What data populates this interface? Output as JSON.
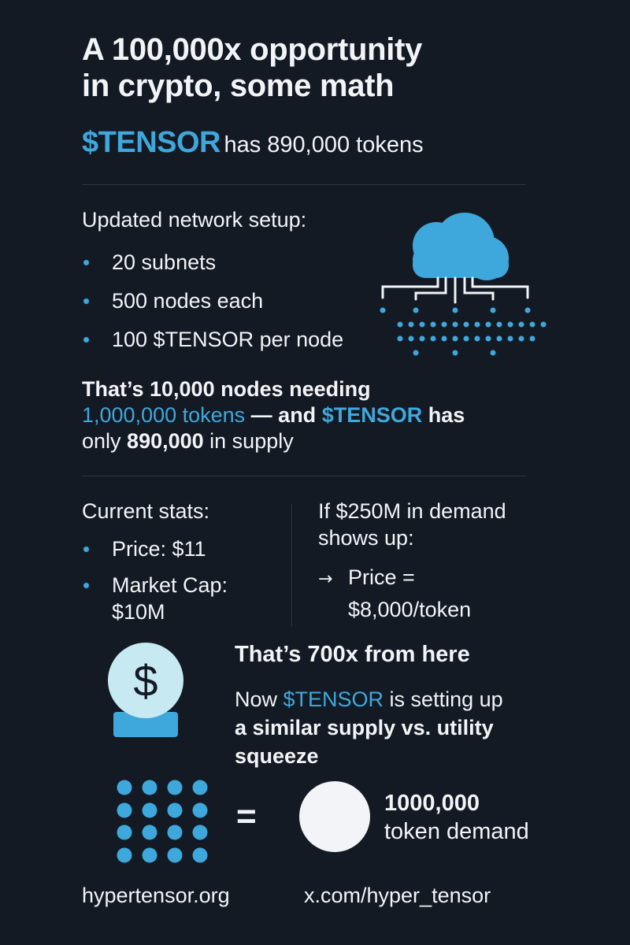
{
  "title": {
    "line1": "A 100,000x opportunity",
    "line2": "in crypto, some math"
  },
  "subtitle": {
    "ticker": "$TENSOR",
    "rest": "has 890,000 tokens"
  },
  "network": {
    "heading": "Updated network setup:",
    "items": [
      "20 subnets",
      "500 nodes each",
      "100 $TENSOR per node"
    ],
    "icon": "cloud-network-icon"
  },
  "callout": {
    "part1": "That’s 10,000 nodes needing",
    "part2": "1,000,000 tokens",
    "part3": " — and ",
    "part4": "$TENSOR",
    "part5": " has",
    "part6": "only ",
    "part7": "890,000",
    "part8": " in supply"
  },
  "stats": {
    "heading": "Current stats:",
    "price": "Price: $11",
    "market_cap_line1": "Market Cap:",
    "market_cap_line2": "$10M"
  },
  "demand": {
    "line1": "If $250M in demand",
    "line2": "shows up:",
    "arrow": "→",
    "price_label": "Price =",
    "price_value": "$8,000/token"
  },
  "squeeze": {
    "headline": "That’s 700x from here",
    "line1_pre": "Now ",
    "line1_ticker": "$TENSOR",
    "line1_post": " is setting up",
    "line2": "a similar supply vs. utility",
    "line3": "squeeze",
    "dollar_symbol": "$",
    "icon": "crystal-ball-dollar-icon"
  },
  "equation": {
    "equals": "=",
    "value": "1000,000",
    "label": "token demand"
  },
  "footer": {
    "left": "hypertensor.org",
    "right": "x.com/hyper_tensor"
  },
  "colors": {
    "background": "#141a24",
    "accent": "#3ea8dc",
    "text": "#f2f4f7"
  }
}
